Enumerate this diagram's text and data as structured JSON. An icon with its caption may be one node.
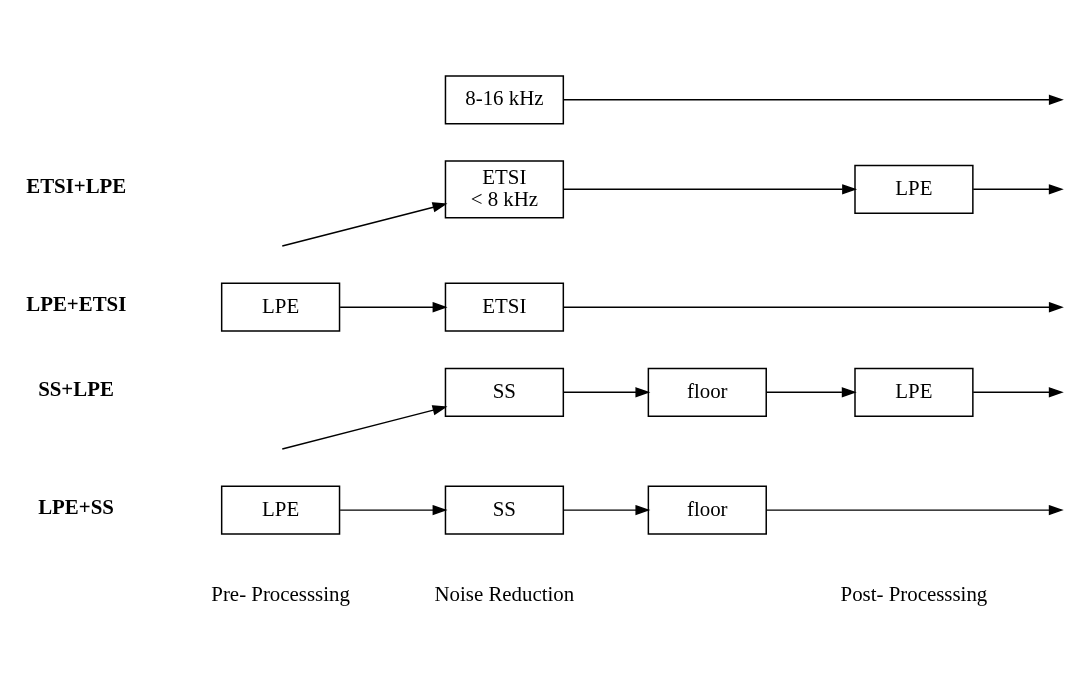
{
  "diagram": {
    "nodes": [
      {
        "text": [
          "LPE"
        ]
      },
      {
        "text": [
          "SS"
        ]
      },
      {
        "text": [
          "floor"
        ]
      },
      {
        "text": [
          "SS"
        ]
      },
      {
        "text": [
          "floor"
        ]
      },
      {
        "text": [
          "LPE"
        ]
      },
      {
        "text": [
          "LPE"
        ]
      },
      {
        "text": [
          "ETSI"
        ]
      },
      {
        "text": [
          "ETSI",
          "< 8 kHz"
        ]
      },
      {
        "text": [
          "8-16 kHz"
        ]
      },
      {
        "text": [
          "LPE"
        ]
      }
    ],
    "edges": [
      {
        "from": 0,
        "to": 1,
        "arrow": "to"
      },
      {
        "from": 1,
        "to": 2,
        "arrow": "to"
      },
      {
        "from": 2,
        "to": null,
        "arrow": "to"
      },
      {
        "from": null,
        "to": 3,
        "arrow": "to"
      },
      {
        "from": 3,
        "to": 4,
        "arrow": "to"
      },
      {
        "from": 4,
        "to": 5,
        "arrow": "to"
      },
      {
        "from": 5,
        "to": null,
        "arrow": "to"
      },
      {
        "from": 6,
        "to": 7,
        "arrow": "to"
      },
      {
        "from": 7,
        "to": null,
        "arrow": "to"
      },
      {
        "from": null,
        "to": 8,
        "arrow": "to"
      },
      {
        "from": 8,
        "to": 10,
        "arrow": "to"
      },
      {
        "from": 10,
        "to": null,
        "arrow": "to"
      },
      {
        "from": 9,
        "to": null,
        "arrow": "to"
      }
    ],
    "labels": [
      "Pre- Processsing",
      "Noise Reduction",
      "Post- Processsing",
      "LPE+SS",
      "SS+LPE",
      "LPE+ETSI",
      "ETSI+LPE"
    ]
  }
}
